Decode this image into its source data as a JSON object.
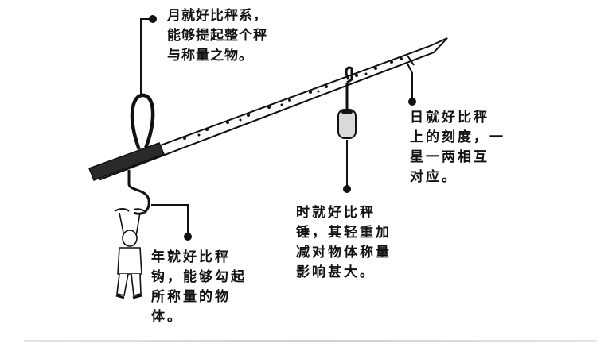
{
  "captions": {
    "moon": "月就好比秤系，\n能够提起整个秤\n与称量之物。",
    "year": "年就好比秤\n钩，能够勾起\n所称量的物\n体。",
    "hour": "时就好比秤\n锤，其轻重加\n减对物体称量\n影响甚大。",
    "day": "日就好比秤\n上的刻度，一\n星一两相互\n对应。"
  }
}
